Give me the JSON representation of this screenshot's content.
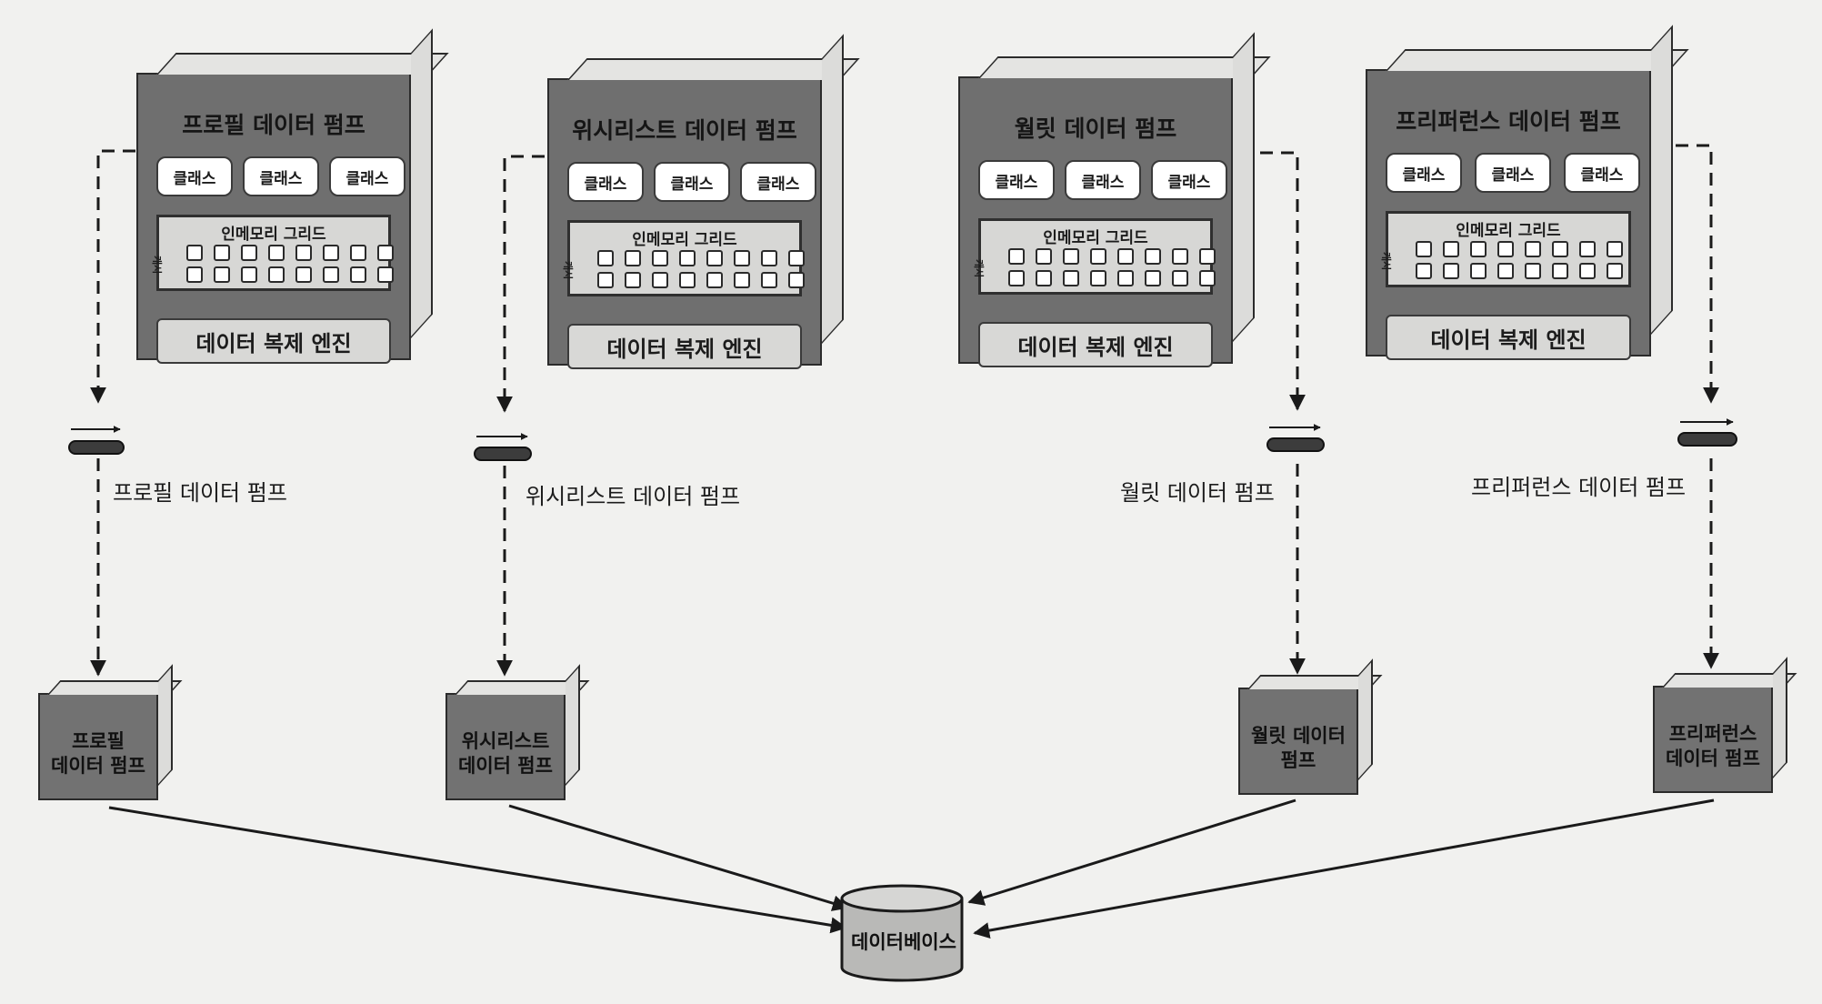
{
  "pumps": [
    {
      "title": "프로필 데이터 펌프",
      "classes": [
        "클래스",
        "클래스",
        "클래스"
      ],
      "grid_title": "인메모리 그리드",
      "grid_key": "캐시",
      "engine": "데이터 복제 엔진"
    },
    {
      "title": "위시리스트 데이터 펌프",
      "classes": [
        "클래스",
        "클래스",
        "클래스"
      ],
      "grid_title": "인메모리 그리드",
      "grid_key": "캐시",
      "engine": "데이터 복제 엔진"
    },
    {
      "title": "월릿 데이터 펌프",
      "classes": [
        "클래스",
        "클래스",
        "클래스"
      ],
      "grid_title": "인메모리 그리드",
      "grid_key": "캐시",
      "engine": "데이터 복제 엔진"
    },
    {
      "title": "프리퍼런스 데이터 펌프",
      "classes": [
        "클래스",
        "클래스",
        "클래스"
      ],
      "grid_title": "인메모리 그리드",
      "grid_key": "캐시",
      "engine": "데이터 복제 엔진"
    }
  ],
  "streams": [
    "프로필 데이터 펌프",
    "위시리스트 데이터 펌프",
    "월릿 데이터 펌프",
    "프리퍼런스 데이터 펌프"
  ],
  "targets": [
    "프로필\n데이터 펌프",
    "위시리스트\n데이터 펌프",
    "월릿 데이터\n펌프",
    "프리퍼런스\n데이터 펌프"
  ],
  "database": "데이터베이스"
}
